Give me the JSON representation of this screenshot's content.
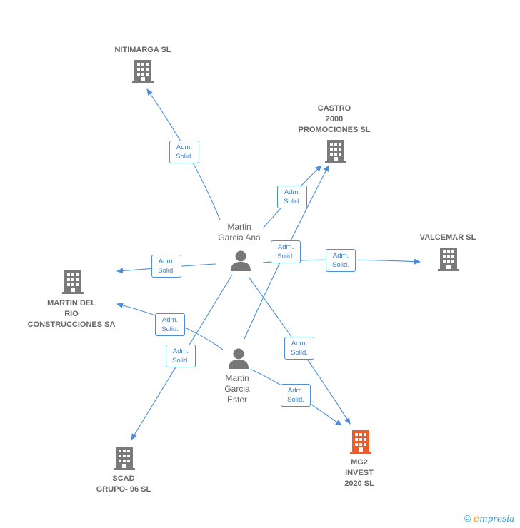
{
  "companies": {
    "nitimarga": {
      "lines": [
        "NITIMARGA  SL"
      ]
    },
    "castro": {
      "lines": [
        "CASTRO",
        "2000",
        "PROMOCIONES SL"
      ]
    },
    "valcemar": {
      "lines": [
        "VALCEMAR SL"
      ]
    },
    "martin_del_rio": {
      "lines": [
        "MARTIN DEL",
        "RIO",
        "CONSTRUCCIONES SA"
      ]
    },
    "scad": {
      "lines": [
        "SCAD",
        "GRUPO- 96  SL"
      ]
    },
    "mg2": {
      "lines": [
        "MG2",
        "INVEST",
        "2020  SL"
      ]
    }
  },
  "persons": {
    "ana": {
      "lines": [
        "Martin",
        "Garcia Ana"
      ]
    },
    "ester": {
      "lines": [
        "Martin",
        "Garcia",
        "Ester"
      ]
    }
  },
  "edge_label": {
    "line1": "Adm.",
    "line2": "Solid."
  },
  "colors": {
    "edge": "#4a8fdc",
    "company_icon": "#7a7a7a",
    "highlight_company_icon": "#f05a28",
    "person_icon": "#777777"
  },
  "footer": {
    "copyright": "©",
    "brand_initial": "e",
    "brand_rest": "mpresia"
  }
}
